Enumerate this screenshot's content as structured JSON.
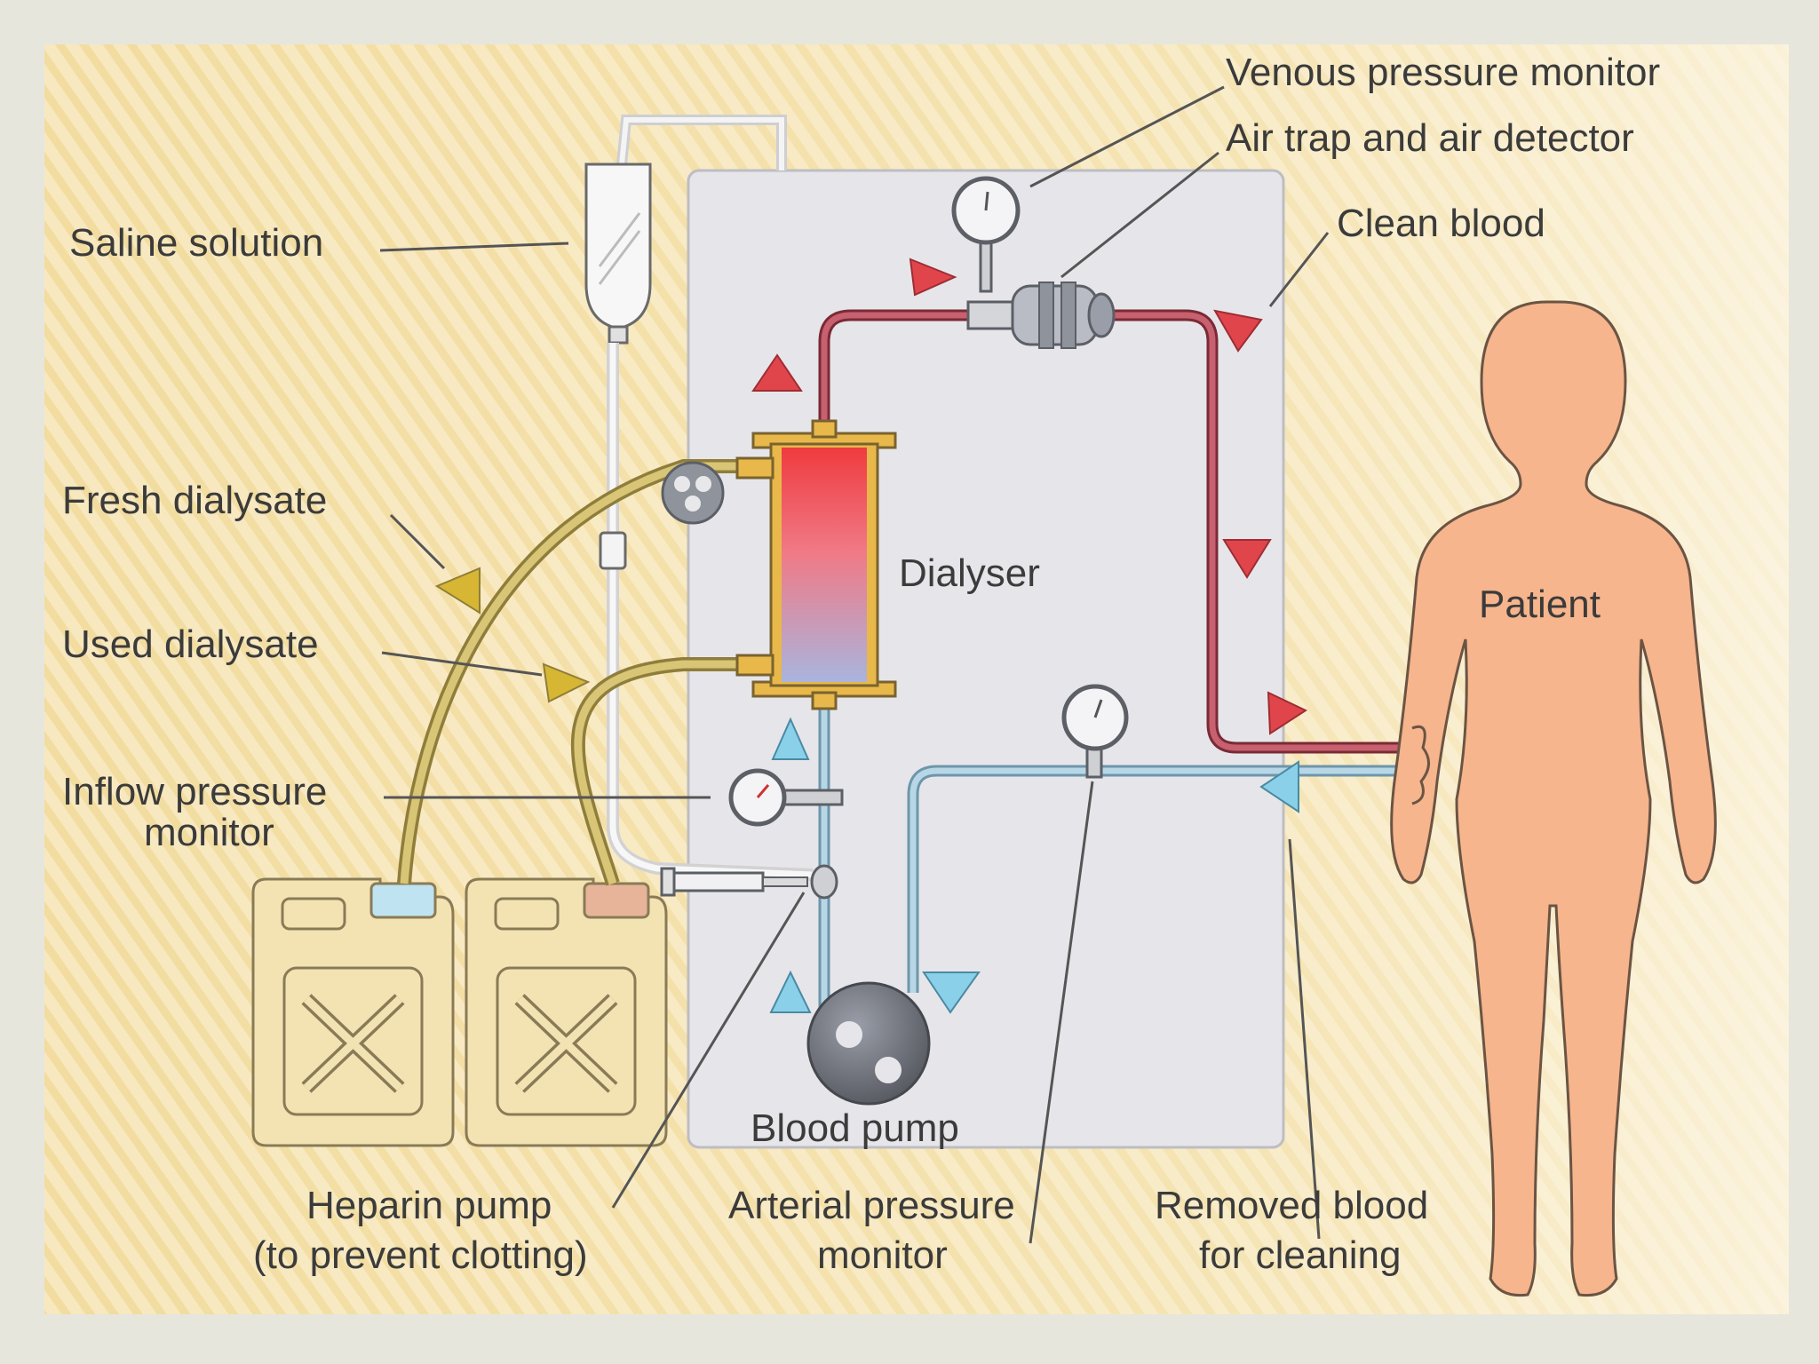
{
  "labels": {
    "saline_solution": "Saline solution",
    "fresh_dialysate": "Fresh dialysate",
    "used_dialysate": "Used dialysate",
    "inflow_pressure_line1": "Inflow pressure",
    "inflow_pressure_line2": "monitor",
    "heparin_line1": "Heparin pump",
    "heparin_line2": "(to prevent clotting)",
    "arterial_line1": "Arterial pressure",
    "arterial_line2": "monitor",
    "removed_line1": "Removed blood",
    "removed_line2": "for cleaning",
    "blood_pump": "Blood pump",
    "dialyser": "Dialyser",
    "patient": "Patient",
    "venous_monitor": "Venous pressure monitor",
    "air_trap": "Air trap and air detector",
    "clean_blood": "Clean blood"
  },
  "colors": {
    "clean_blood": "#b0505f",
    "removed_blood": "#a9c9d8",
    "dialysate_tube": "#b8a24a",
    "skin": "#f6b58c",
    "machine": "#e6e6ea",
    "arrow_red": "#e0454c",
    "arrow_blue": "#8ad0e8",
    "arrow_yellow": "#d6b632"
  }
}
